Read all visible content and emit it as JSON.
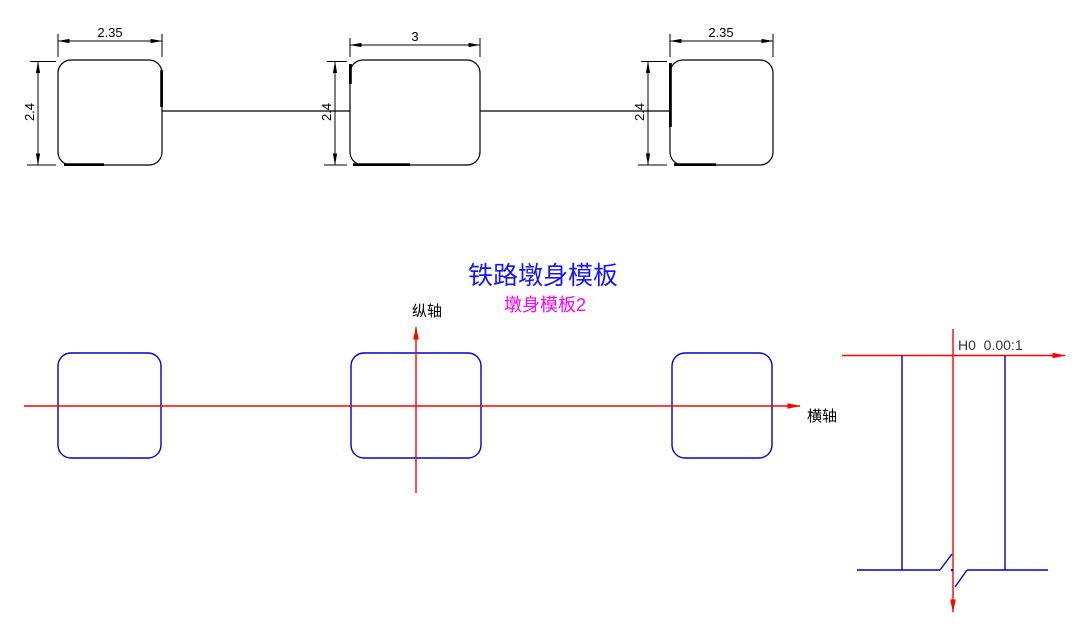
{
  "title": {
    "text": "铁路墩身模板",
    "color": "#1414FF"
  },
  "subtitle": {
    "text": "墩身模板2",
    "color": "#FF00FF"
  },
  "axes": {
    "vertical_label": "纵轴",
    "horizontal_label": "横轴",
    "color": "#FF0000"
  },
  "top_views": [
    {
      "name": "pier-template-left",
      "width": "2.35",
      "height": "2.4"
    },
    {
      "name": "pier-template-middle",
      "width": "3",
      "height": "2.4"
    },
    {
      "name": "pier-template-right",
      "width": "2.35",
      "height": "2.4"
    }
  ],
  "profile": {
    "station_label": "H0  0.00:1"
  },
  "colors": {
    "section_outline": "#000000",
    "template_outline": "#0000CC",
    "axis_line": "#FF0000",
    "dimension_text": "#000000",
    "profile_label_text": "#333333",
    "background": "#FFFFFF"
  }
}
